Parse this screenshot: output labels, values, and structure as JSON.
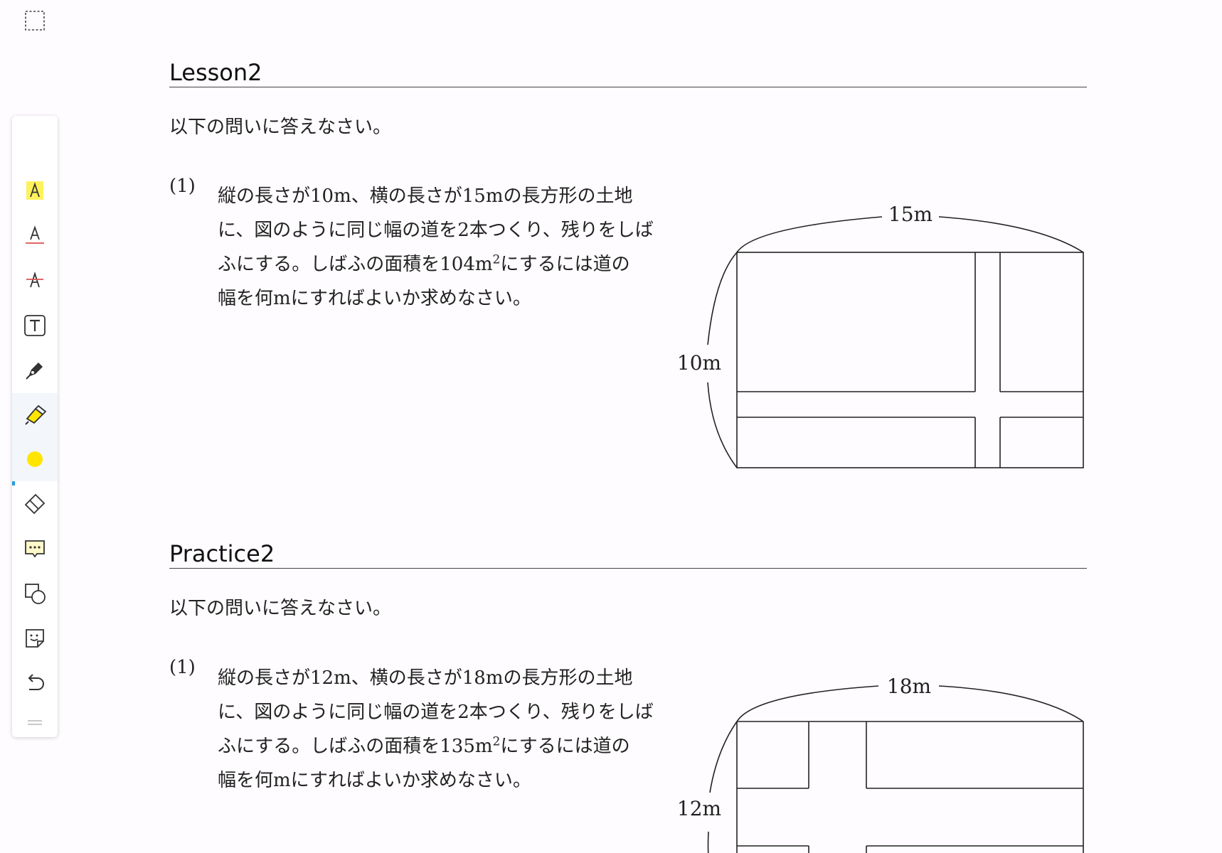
{
  "toolbar": {
    "tools": [
      {
        "name": "select-tool"
      },
      {
        "name": "highlight-text-tool",
        "highlight_color": "#fff15c"
      },
      {
        "name": "underline-text-tool",
        "line_color": "#d9534f"
      },
      {
        "name": "strikethrough-text-tool",
        "line_color": "#d9534f"
      },
      {
        "name": "text-box-tool"
      },
      {
        "name": "pen-tool"
      },
      {
        "name": "highlighter-tool",
        "active": true
      },
      {
        "name": "color-picker",
        "active": true,
        "color": "#ffe500"
      },
      {
        "name": "eraser-tool"
      },
      {
        "name": "comment-tool"
      },
      {
        "name": "shape-tool"
      },
      {
        "name": "sticker-tool"
      },
      {
        "name": "undo-tool"
      }
    ],
    "accent_color": "#2a9bdc"
  },
  "sections": [
    {
      "title": "Lesson2",
      "instruction": "以下の問いに答えなさい。",
      "question": {
        "number": "(1)",
        "lines": [
          "縦の長さが10m、横の長さが15mの長方形の土地",
          "に、図のように同じ幅の道を2本つくり、残りをしば",
          "ふにする。しばふの面積を104m",
          "幅を何mにすればよいか求めなさい。"
        ],
        "sup": "2",
        "line3_tail": "にするには道の"
      },
      "figure": {
        "width_label": "15m",
        "height_label": "10m"
      }
    },
    {
      "title": "Practice2",
      "instruction": "以下の問いに答えなさい。",
      "question": {
        "number": "(1)",
        "lines": [
          "縦の長さが12m、横の長さが18mの長方形の土地",
          "に、図のように同じ幅の道を2本つくり、残りをしば",
          "ふにする。しばふの面積を135m",
          "幅を何mにすればよいか求めなさい。"
        ],
        "sup": "2",
        "line3_tail": "にするには道の"
      },
      "figure": {
        "width_label": "18m",
        "height_label": "12m"
      }
    }
  ]
}
